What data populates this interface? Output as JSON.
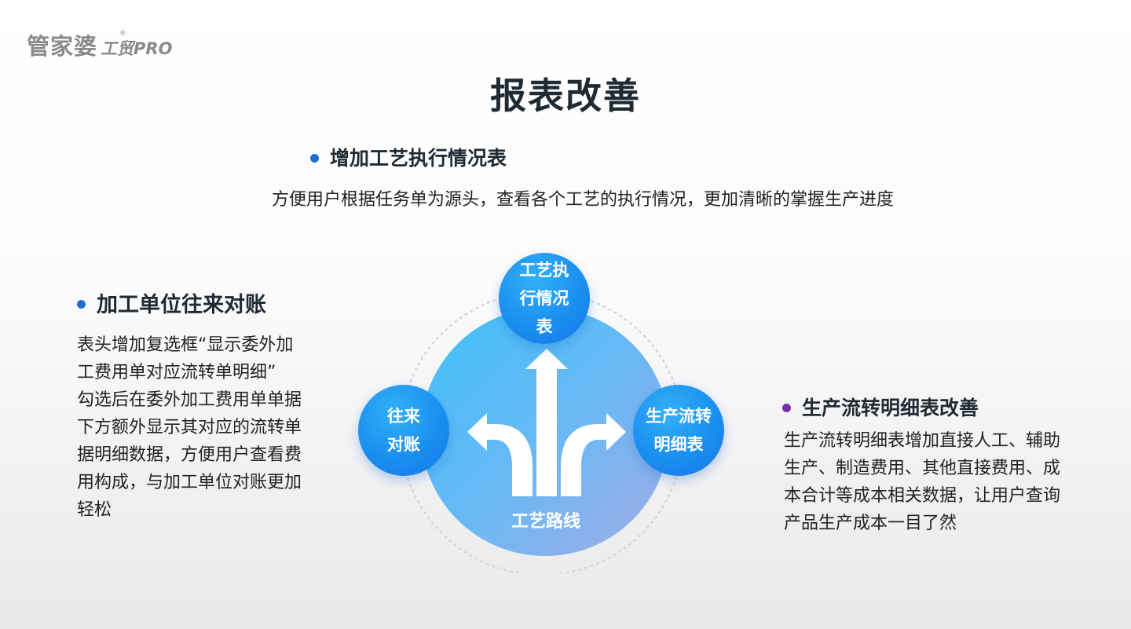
{
  "brand": {
    "main": "管家婆",
    "reg": "®",
    "sub": "工贸PRO"
  },
  "title": "报表改善",
  "top_section": {
    "heading": "增加工艺执行情况表",
    "description": "方便用户根据任务单为源头，查看各个工艺的执行情况，更加清晰的掌握生产进度"
  },
  "left_section": {
    "heading": "加工单位往来对账",
    "lines": [
      "表头增加复选框“显示委外加",
      "工费用单对应流转单明细”",
      "勾选后在委外加工费用单单据",
      "下方额外显示其对应的流转单",
      "据明细数据，方便用户查看费",
      "用构成，与加工单位对账更加",
      "轻松"
    ]
  },
  "right_section": {
    "heading": "生产流转明细表改善",
    "lines": [
      "生产流转明细表增加直接人工、辅助",
      "生产、制造费用、其他直接费用、成",
      "本合计等成本相关数据，让用户查询",
      "产品生产成本一目了然"
    ]
  },
  "diagram": {
    "center_label": "工艺路线",
    "node_top": [
      "工艺执",
      "行情况",
      "表"
    ],
    "node_left": [
      "往来",
      "对账"
    ],
    "node_right": [
      "生产流转",
      "明细表"
    ]
  },
  "colors": {
    "accent_blue": "#1e6fcf",
    "accent_purple": "#7b2fa8",
    "node_blue": "#1a8ff0"
  },
  "icons": [
    "route-arrows-icon"
  ]
}
